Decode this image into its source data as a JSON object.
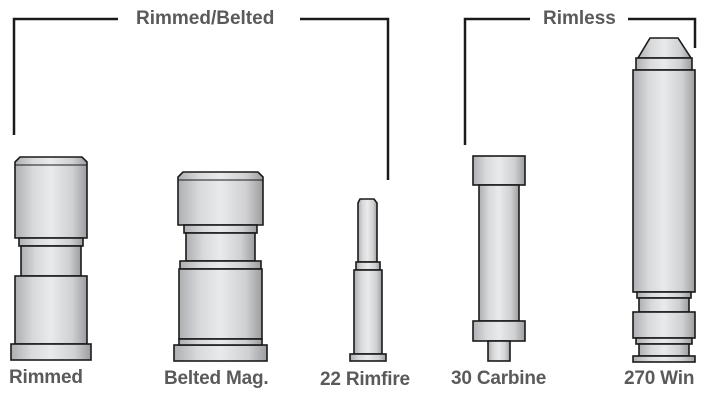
{
  "groups": {
    "rimmed_belted": "Rimmed/Belted",
    "rimless": "Rimless"
  },
  "cartridges": [
    {
      "label": "Rimmed"
    },
    {
      "label": "Belted Mag."
    },
    {
      "label": "22 Rimfire"
    },
    {
      "label": "30 Carbine"
    },
    {
      "label": "270 Win"
    }
  ],
  "colors": {
    "outline": "#1a1a1a",
    "fill_light": "#e6e7e9",
    "fill_mid": "#c9cacc",
    "fill_dark": "#9a9b9e",
    "text": "#5a5a5a"
  }
}
